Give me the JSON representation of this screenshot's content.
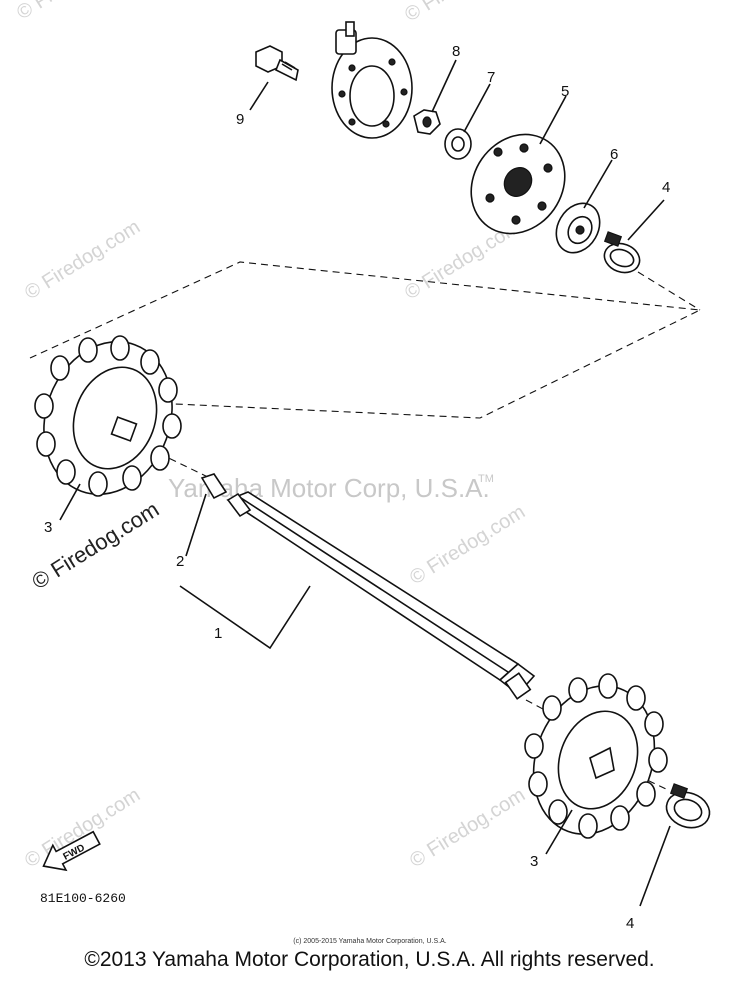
{
  "callouts": {
    "p1": "1",
    "p2": "2",
    "p3a": "3",
    "p3b": "3",
    "p4a": "4",
    "p4b": "4",
    "p5": "5",
    "p6": "6",
    "p7": "7",
    "p8": "8",
    "p9": "9"
  },
  "fwd_label": "FWD",
  "ref_code": "81E100-6260",
  "tm_mark": "TM",
  "watermarks": {
    "center": "Yamaha Motor Corp, U.S.A.",
    "firedog": "© Firedog.com",
    "firedog_bold": "© Firedog.com"
  },
  "small_copyright": "(c) 2005-2015 Yamaha Motor Corporation, U.S.A.",
  "footer_copyright": "©2013 Yamaha Motor Corporation, U.S.A. All rights reserved."
}
